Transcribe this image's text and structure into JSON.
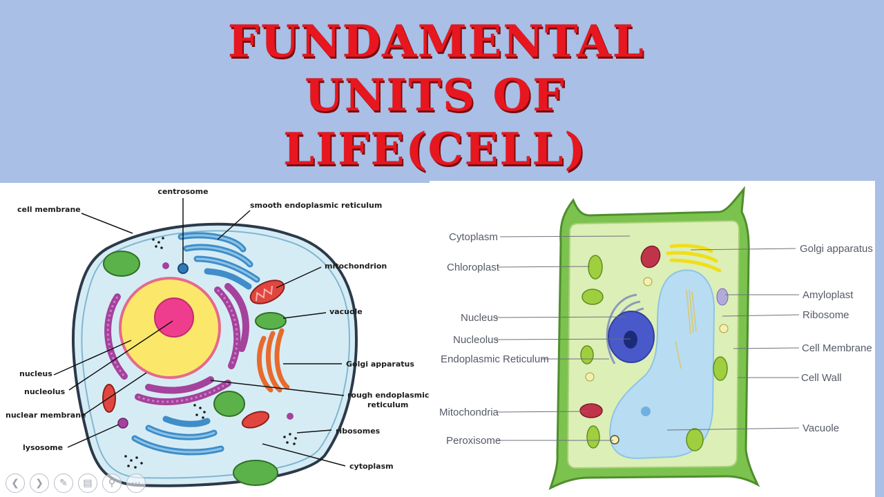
{
  "title": {
    "line1": "FUNDAMENTAL",
    "line2": "UNITS OF",
    "line3": "LIFE(CELL)"
  },
  "animal_cell": {
    "labels": {
      "centrosome": "centrosome",
      "cell_membrane": "cell membrane",
      "smooth_er": "smooth endoplasmic reticulum",
      "mitochondrion": "mitochondrion",
      "vacuole": "vacuole",
      "golgi": "Golgi apparatus",
      "rough_er_1": "rough endoplasmic",
      "rough_er_2": "reticulum",
      "ribosomes": "ribosomes",
      "cytoplasm": "cytoplasm",
      "nucleus": "nucleus",
      "nucleolus": "nucleolus",
      "nuclear_membrane": "nuclear membrane",
      "lysosome": "lysosome"
    }
  },
  "plant_cell": {
    "labels": {
      "cytoplasm": "Cytoplasm",
      "chloroplast": "Chloroplast",
      "nucleus": "Nucleus",
      "nucleolus": "Nucleolus",
      "er": "Endoplasmic Reticulum",
      "mitochondria": "Mitochondria",
      "peroxisome": "Peroxisome",
      "golgi": "Golgi apparatus",
      "amyloplast": "Amyloplast",
      "ribosome": "Ribosome",
      "cell_membrane": "Cell Membrane",
      "cell_wall": "Cell Wall",
      "vacuole": "Vacuole"
    }
  },
  "nav": {
    "prev_icon": "chevron-left-icon",
    "next_icon": "chevron-right-icon",
    "pen_icon": "pen-icon",
    "slides_icon": "slides-icon",
    "zoom_icon": "zoom-icon",
    "more_icon": "more-icon"
  },
  "colors": {
    "background": "#aabfe6",
    "title": "#e8161e"
  }
}
